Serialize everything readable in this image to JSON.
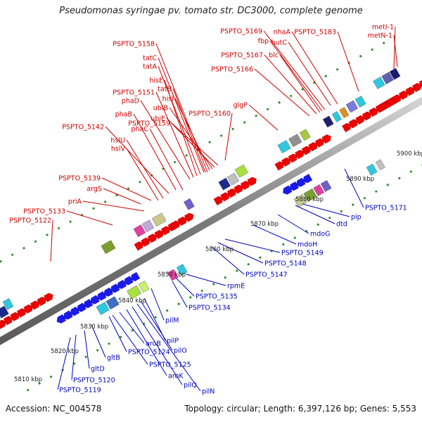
{
  "title": "Pseudomonas syringae pv. tomato str. DC3000, complete genome",
  "footer": {
    "accession": "Accession: NC_004578",
    "summary": "Topology: circular; Length: 6,397,126 bp; Genes: 5,553"
  },
  "colors": {
    "forward": "#ee0000",
    "reverse": "#1a1aee",
    "backbone": "#8a8a8a",
    "forward_label": "#cc0000",
    "reverse_label": "#0000bb"
  },
  "kbp_labels": [
    "5810 kbp",
    "5820 kbp",
    "5830 kbp",
    "5840 kbp",
    "5850 kbp",
    "5860 kbp",
    "5870 kbp",
    "5880 kbp",
    "5890 kbp",
    "5900 kbp"
  ],
  "forward_labels": [
    "PSPTO_5122",
    "PSPTO_5133",
    "priA",
    "argS",
    "PSPTO_5139",
    "hslV",
    "hslU",
    "PSPTO_5142",
    "phaC",
    "phaB",
    "phaD",
    "PSPTO_5151",
    "hisE",
    "tatA",
    "tatC",
    "PSPTO_5158",
    "tatB",
    "hisI",
    "ubiB",
    "ubiE",
    "PSPTO_5159",
    "PSPTO_5160",
    "glgP",
    "PSPTO_5166",
    "PSPTO_5167",
    "blc",
    "fbp",
    "PSPTO_5169",
    "hutC",
    "nhaA",
    "PSPTO_5183",
    "metN-1",
    "metI-1"
  ],
  "reverse_labels": [
    "PSPTO_5119",
    "PSPTO_5120",
    "gltD",
    "gltB",
    "PSPTO_5124",
    "PSPTO_5125",
    "aroB",
    "aroK",
    "pilQ",
    "pilN",
    "pilO",
    "pilP",
    "pilM",
    "PSPTO_5134",
    "PSPTO_5135",
    "rpmE",
    "PSPTO_5147",
    "PSPTO_5148",
    "PSPTO_5149",
    "mdoH",
    "mdoG",
    "dtd",
    "pip",
    "PSPTO_5171"
  ]
}
